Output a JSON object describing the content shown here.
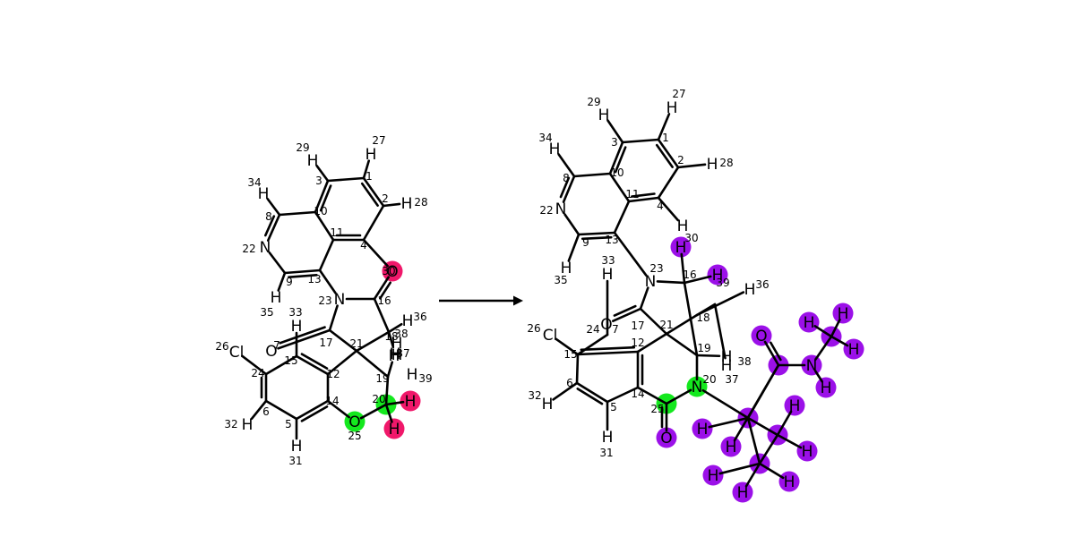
{
  "colors": {
    "bond": "#000000",
    "highlight_green": "#14e81e",
    "highlight_pink": "#f0186a",
    "highlight_purple": "#9b10e8"
  },
  "reactant": {
    "atoms": [
      {
        "id": "r1",
        "el": "",
        "idx": "1",
        "hl": ""
      },
      {
        "id": "r2",
        "el": "",
        "idx": "2",
        "hl": ""
      },
      {
        "id": "r3",
        "el": "",
        "idx": "3",
        "hl": ""
      },
      {
        "id": "r4",
        "el": "",
        "idx": "4",
        "hl": ""
      },
      {
        "id": "r5",
        "el": "",
        "idx": "5",
        "hl": ""
      },
      {
        "id": "r6",
        "el": "",
        "idx": "6",
        "hl": ""
      },
      {
        "id": "r7",
        "el": "O",
        "idx": "7",
        "hl": ""
      },
      {
        "id": "r8",
        "el": "",
        "idx": "8",
        "hl": ""
      },
      {
        "id": "r9",
        "el": "",
        "idx": "9",
        "hl": ""
      },
      {
        "id": "r10",
        "el": "",
        "idx": "10",
        "hl": ""
      },
      {
        "id": "r11",
        "el": "",
        "idx": "11",
        "hl": ""
      },
      {
        "id": "r12",
        "el": "",
        "idx": "12",
        "hl": ""
      },
      {
        "id": "r13",
        "el": "",
        "idx": "13",
        "hl": ""
      },
      {
        "id": "r14",
        "el": "",
        "idx": "14",
        "hl": ""
      },
      {
        "id": "r15",
        "el": "",
        "idx": "15",
        "hl": ""
      },
      {
        "id": "r16",
        "el": "",
        "idx": "16",
        "hl": ""
      },
      {
        "id": "r17",
        "el": "",
        "idx": "17",
        "hl": ""
      },
      {
        "id": "r18",
        "el": "",
        "idx": "18",
        "hl": ""
      },
      {
        "id": "r19",
        "el": "",
        "idx": "19",
        "hl": ""
      },
      {
        "id": "r20",
        "el": "",
        "idx": "20",
        "hl": "green"
      },
      {
        "id": "r21",
        "el": "",
        "idx": "21",
        "hl": ""
      },
      {
        "id": "r22",
        "el": "N",
        "idx": "22",
        "hl": ""
      },
      {
        "id": "r23",
        "el": "N",
        "idx": "23",
        "hl": ""
      },
      {
        "id": "r24",
        "el": "",
        "idx": "24",
        "hl": ""
      },
      {
        "id": "r25",
        "el": "O",
        "idx": "25",
        "hl": "green"
      },
      {
        "id": "r26",
        "el": "Cl",
        "idx": "26",
        "hl": ""
      },
      {
        "id": "r27",
        "el": "H",
        "idx": "27",
        "hl": ""
      },
      {
        "id": "r28",
        "el": "H",
        "idx": "28",
        "hl": ""
      },
      {
        "id": "r29",
        "el": "H",
        "idx": "29",
        "hl": ""
      },
      {
        "id": "r30",
        "el": "O",
        "idx": "30",
        "hl": "pink"
      },
      {
        "id": "r31",
        "el": "H",
        "idx": "31",
        "hl": ""
      },
      {
        "id": "r32",
        "el": "H",
        "idx": "32",
        "hl": ""
      },
      {
        "id": "r33",
        "el": "H",
        "idx": "33",
        "hl": ""
      },
      {
        "id": "r34",
        "el": "H",
        "idx": "34",
        "hl": ""
      },
      {
        "id": "r35",
        "el": "H",
        "idx": "35",
        "hl": ""
      },
      {
        "id": "r36",
        "el": "H",
        "idx": "36",
        "hl": ""
      },
      {
        "id": "r37",
        "el": "H",
        "idx": "37",
        "hl": ""
      },
      {
        "id": "r38",
        "el": "H",
        "idx": "38",
        "hl": ""
      },
      {
        "id": "r39",
        "el": "H",
        "idx": "39",
        "hl": ""
      },
      {
        "id": "r40",
        "el": "H",
        "idx": "",
        "hl": "pink"
      },
      {
        "id": "r41",
        "el": "H",
        "idx": "",
        "hl": "pink"
      },
      {
        "id": "r42",
        "el": "H",
        "idx": "",
        "hl": ""
      },
      {
        "id": "r43",
        "el": "H",
        "idx": "",
        "hl": ""
      }
    ],
    "bonds": [
      [
        "r1",
        "r2",
        2
      ],
      [
        "r2",
        "r4",
        1
      ],
      [
        "r4",
        "r11",
        2
      ],
      [
        "r11",
        "r10",
        1
      ],
      [
        "r10",
        "r3",
        2
      ],
      [
        "r3",
        "r1",
        1
      ],
      [
        "r10",
        "r8",
        1
      ],
      [
        "r8",
        "r22",
        2
      ],
      [
        "r22",
        "r9",
        1
      ],
      [
        "r9",
        "r13",
        2
      ],
      [
        "r13",
        "r11",
        1
      ],
      [
        "r13",
        "r23",
        1
      ],
      [
        "r23",
        "r16",
        1
      ],
      [
        "r16",
        "r30",
        2
      ],
      [
        "r16",
        "r18",
        1
      ],
      [
        "r23",
        "r17",
        1
      ],
      [
        "r17",
        "r7",
        2
      ],
      [
        "r17",
        "r21",
        1
      ],
      [
        "r21",
        "r12",
        1
      ],
      [
        "r21",
        "r18",
        1
      ],
      [
        "r21",
        "r19",
        1
      ],
      [
        "r19",
        "r20",
        1
      ],
      [
        "r20",
        "r25",
        1
      ],
      [
        "r25",
        "r14",
        1
      ],
      [
        "r12",
        "r15",
        2
      ],
      [
        "r15",
        "r24",
        1
      ],
      [
        "r24",
        "r6",
        2
      ],
      [
        "r6",
        "r5",
        1
      ],
      [
        "r5",
        "r14",
        2
      ],
      [
        "r14",
        "r12",
        1
      ],
      [
        "r24",
        "r26",
        1
      ],
      [
        "r1",
        "r27",
        1
      ],
      [
        "r2",
        "r28",
        1
      ],
      [
        "r3",
        "r29",
        1
      ],
      [
        "r4",
        "r30",
        1
      ],
      [
        "r5",
        "r31",
        1
      ],
      [
        "r6",
        "r32",
        1
      ],
      [
        "r15",
        "r33",
        1
      ],
      [
        "r8",
        "r34",
        1
      ],
      [
        "r9",
        "r35",
        1
      ],
      [
        "r18",
        "r36",
        1
      ],
      [
        "r18",
        "r42",
        1
      ],
      [
        "r19",
        "r43",
        1
      ],
      [
        "r20",
        "r40",
        1
      ],
      [
        "r20",
        "r41",
        1
      ]
    ]
  },
  "product": {
    "atoms": [
      {
        "id": "p1",
        "el": "",
        "idx": "1",
        "hl": ""
      },
      {
        "id": "p2",
        "el": "",
        "idx": "2",
        "hl": ""
      },
      {
        "id": "p3",
        "el": "",
        "idx": "3",
        "hl": ""
      },
      {
        "id": "p4",
        "el": "",
        "idx": "4",
        "hl": ""
      },
      {
        "id": "p5",
        "el": "",
        "idx": "5",
        "hl": ""
      },
      {
        "id": "p6",
        "el": "",
        "idx": "6",
        "hl": ""
      },
      {
        "id": "p7",
        "el": "O",
        "idx": "7",
        "hl": ""
      },
      {
        "id": "p8",
        "el": "",
        "idx": "8",
        "hl": ""
      },
      {
        "id": "p9",
        "el": "",
        "idx": "9",
        "hl": ""
      },
      {
        "id": "p10",
        "el": "",
        "idx": "10",
        "hl": ""
      },
      {
        "id": "p11",
        "el": "",
        "idx": "11",
        "hl": ""
      },
      {
        "id": "p12",
        "el": "",
        "idx": "12",
        "hl": ""
      },
      {
        "id": "p13",
        "el": "",
        "idx": "13",
        "hl": ""
      },
      {
        "id": "p14",
        "el": "",
        "idx": "14",
        "hl": ""
      },
      {
        "id": "p15",
        "el": "",
        "idx": "15",
        "hl": ""
      },
      {
        "id": "p16",
        "el": "",
        "idx": "16",
        "hl": ""
      },
      {
        "id": "p17",
        "el": "",
        "idx": "17",
        "hl": ""
      },
      {
        "id": "p18",
        "el": "",
        "idx": "18",
        "hl": ""
      },
      {
        "id": "p19",
        "el": "",
        "idx": "19",
        "hl": ""
      },
      {
        "id": "p20",
        "el": "N",
        "idx": "20",
        "hl": "green"
      },
      {
        "id": "p21",
        "el": "",
        "idx": "21",
        "hl": ""
      },
      {
        "id": "p22",
        "el": "N",
        "idx": "22",
        "hl": ""
      },
      {
        "id": "p23",
        "el": "N",
        "idx": "23",
        "hl": ""
      },
      {
        "id": "p24",
        "el": "",
        "idx": "24",
        "hl": ""
      },
      {
        "id": "p25",
        "el": "",
        "idx": "25",
        "hl": "green"
      },
      {
        "id": "p26",
        "el": "Cl",
        "idx": "26",
        "hl": ""
      },
      {
        "id": "p27",
        "el": "H",
        "idx": "27",
        "hl": ""
      },
      {
        "id": "p28",
        "el": "H",
        "idx": "28",
        "hl": ""
      },
      {
        "id": "p29",
        "el": "H",
        "idx": "29",
        "hl": ""
      },
      {
        "id": "p30",
        "el": "H",
        "idx": "30",
        "hl": "purple"
      },
      {
        "id": "p31",
        "el": "H",
        "idx": "31",
        "hl": ""
      },
      {
        "id": "p32",
        "el": "H",
        "idx": "32",
        "hl": ""
      },
      {
        "id": "p33",
        "el": "H",
        "idx": "33",
        "hl": ""
      },
      {
        "id": "p34",
        "el": "H",
        "idx": "34",
        "hl": ""
      },
      {
        "id": "p35",
        "el": "H",
        "idx": "35",
        "hl": ""
      },
      {
        "id": "p36",
        "el": "H",
        "idx": "36",
        "hl": ""
      },
      {
        "id": "p37",
        "el": "H",
        "idx": "37",
        "hl": ""
      },
      {
        "id": "p38",
        "el": "H",
        "idx": "38",
        "hl": ""
      },
      {
        "id": "p39",
        "el": "H",
        "idx": "39",
        "hl": "purple"
      },
      {
        "id": "p40",
        "el": "H",
        "idx": "",
        "hl": ""
      },
      {
        "id": "p41",
        "el": "",
        "idx": "",
        "hl": ""
      },
      {
        "id": "p42",
        "el": "O",
        "idx": "",
        "hl": "green_o"
      },
      {
        "id": "p43",
        "el": "",
        "idx": "",
        "hl": "purple"
      },
      {
        "id": "p44",
        "el": "",
        "idx": "",
        "hl": "purple"
      },
      {
        "id": "p45",
        "el": "",
        "idx": "",
        "hl": "purple"
      },
      {
        "id": "p46",
        "el": "",
        "idx": "",
        "hl": "purple"
      },
      {
        "id": "p47",
        "el": "O",
        "idx": "",
        "hl": "purple"
      },
      {
        "id": "p48",
        "el": "N",
        "idx": "",
        "hl": "purple"
      },
      {
        "id": "p49",
        "el": "",
        "idx": "",
        "hl": "purple"
      },
      {
        "id": "p50",
        "el": "H",
        "idx": "",
        "hl": "purple"
      },
      {
        "id": "p51",
        "el": "H",
        "idx": "",
        "hl": "purple"
      },
      {
        "id": "p52",
        "el": "H",
        "idx": "",
        "hl": "purple"
      },
      {
        "id": "p53",
        "el": "H",
        "idx": "",
        "hl": "purple"
      },
      {
        "id": "p54",
        "el": "H",
        "idx": "",
        "hl": "purple"
      },
      {
        "id": "p55",
        "el": "H",
        "idx": "",
        "hl": "purple"
      },
      {
        "id": "p56",
        "el": "H",
        "idx": "",
        "hl": "purple"
      },
      {
        "id": "p57",
        "el": "H",
        "idx": "",
        "hl": "purple"
      },
      {
        "id": "p58",
        "el": "H",
        "idx": "",
        "hl": "purple"
      },
      {
        "id": "p59",
        "el": "H",
        "idx": "",
        "hl": "purple"
      },
      {
        "id": "p60",
        "el": "H",
        "idx": "",
        "hl": "purple"
      }
    ],
    "bonds": [
      [
        "p1",
        "p2",
        2
      ],
      [
        "p2",
        "p4",
        1
      ],
      [
        "p4",
        "p11",
        2
      ],
      [
        "p11",
        "p10",
        1
      ],
      [
        "p10",
        "p3",
        2
      ],
      [
        "p3",
        "p1",
        1
      ],
      [
        "p10",
        "p8",
        1
      ],
      [
        "p8",
        "p22",
        2
      ],
      [
        "p22",
        "p9",
        1
      ],
      [
        "p9",
        "p13",
        2
      ],
      [
        "p13",
        "p11",
        1
      ],
      [
        "p13",
        "p23",
        1
      ],
      [
        "p23",
        "p16",
        1
      ],
      [
        "p16",
        "p30",
        1
      ],
      [
        "p16",
        "p39",
        1
      ],
      [
        "p23",
        "p17",
        1
      ],
      [
        "p17",
        "p7",
        2
      ],
      [
        "p17",
        "p21",
        1
      ],
      [
        "p21",
        "p12",
        1
      ],
      [
        "p21",
        "p18",
        1
      ],
      [
        "p21",
        "p19",
        1
      ],
      [
        "p18",
        "p36",
        1
      ],
      [
        "p18",
        "p41",
        1
      ],
      [
        "p41",
        "p38",
        1
      ],
      [
        "p16",
        "p19",
        1
      ],
      [
        "p19",
        "p20",
        1
      ],
      [
        "p20",
        "p25",
        1
      ],
      [
        "p25",
        "p42",
        2
      ],
      [
        "p25",
        "p14",
        1
      ],
      [
        "p12",
        "p15",
        2
      ],
      [
        "p15",
        "p6",
        1
      ],
      [
        "p6",
        "p5",
        2
      ],
      [
        "p5",
        "p14",
        1
      ],
      [
        "p14",
        "p12",
        2
      ],
      [
        "p24",
        "p15",
        1
      ],
      [
        "p24",
        "p33",
        1
      ],
      [
        "p15",
        "p26",
        1
      ],
      [
        "p1",
        "p27",
        1
      ],
      [
        "p2",
        "p28",
        1
      ],
      [
        "p3",
        "p29",
        1
      ],
      [
        "p4",
        "p40",
        1
      ],
      [
        "p5",
        "p31",
        1
      ],
      [
        "p6",
        "p32",
        1
      ],
      [
        "p8",
        "p34",
        1
      ],
      [
        "p9",
        "p35",
        1
      ],
      [
        "p19",
        "p37",
        1
      ],
      [
        "p20",
        "p43",
        1
      ],
      [
        "p43",
        "p44",
        1
      ],
      [
        "p43",
        "p45",
        1
      ],
      [
        "p44",
        "p47",
        2
      ],
      [
        "p44",
        "p48",
        1
      ],
      [
        "p48",
        "p49",
        1
      ],
      [
        "p48",
        "p53",
        1
      ],
      [
        "p49",
        "p50",
        1
      ],
      [
        "p49",
        "p51",
        1
      ],
      [
        "p49",
        "p52",
        1
      ],
      [
        "p43",
        "p46",
        1
      ],
      [
        "p45",
        "p46",
        1
      ],
      [
        "p45",
        "p54",
        1
      ],
      [
        "p45",
        "p55",
        1
      ],
      [
        "p46",
        "p56",
        1
      ],
      [
        "p46",
        "p57",
        1
      ],
      [
        "p43",
        "p58",
        1
      ],
      [
        "p44",
        "p59",
        1
      ],
      [
        "p46",
        "p60",
        1
      ]
    ]
  }
}
